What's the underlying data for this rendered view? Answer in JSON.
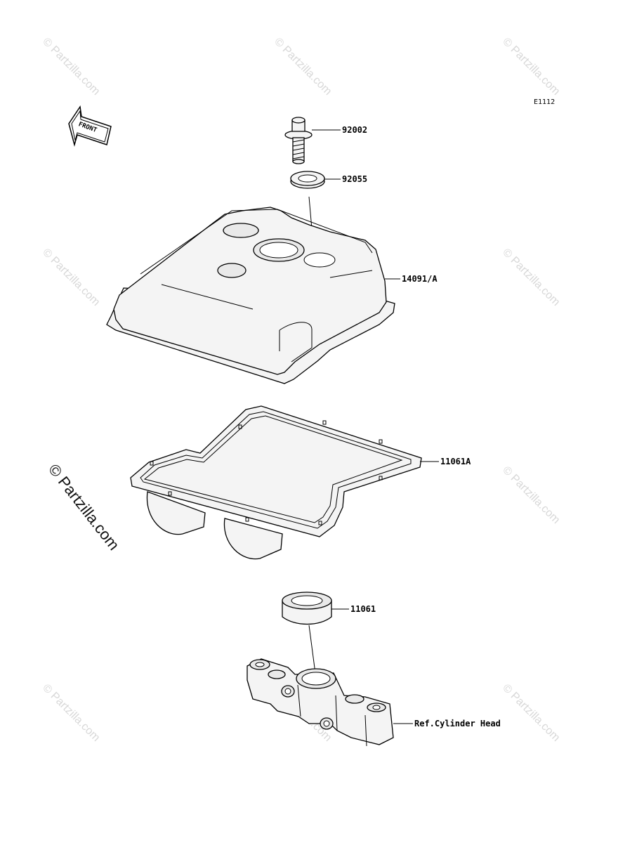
{
  "diagram_code": "E1112",
  "front_arrow_label": "FRONT",
  "watermark_text": "© Partzilla.com",
  "side_watermark_text": "© Partzilla.com",
  "parts": [
    {
      "number": "92002"
    },
    {
      "number": "92055"
    },
    {
      "number": "14091/A"
    },
    {
      "number": "11061A"
    },
    {
      "number": "11061"
    },
    {
      "number": "Ref.Cylinder Head"
    }
  ],
  "colors": {
    "line": "#000000",
    "part_fill": "#f4f4f4",
    "watermark": "#d8d8d8"
  }
}
